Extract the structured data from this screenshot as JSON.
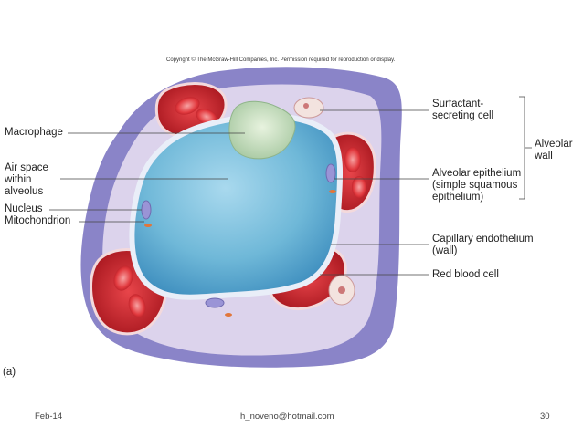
{
  "copyright": "Copyright © The McGraw-Hill Companies, Inc. Permission required for reproduction or display.",
  "labels": {
    "macrophage": "Macrophage",
    "air_space": [
      "Air space",
      "within",
      "alveolus"
    ],
    "nucleus": "Nucleus",
    "mitochondrion": "Mitochondrion",
    "surfactant": [
      "Surfactant-",
      "secreting cell"
    ],
    "alveolar_epithelium": [
      "Alveolar epithelium",
      "(simple squamous",
      "epithelium)"
    ],
    "alveolar_wall": [
      "Alveolar",
      "wall"
    ],
    "capillary": [
      "Capillary endothelium",
      "(wall)"
    ],
    "red_blood_cell": "Red blood cell",
    "panel": "(a)"
  },
  "footer": {
    "date": "Feb-14",
    "email": "h_noveno@hotmail.com",
    "page": "30"
  },
  "colors": {
    "air_space": "#6fb8d8",
    "alveolar_wall_tissue": "#dcd3ec",
    "outer_tissue": "#8a84c8",
    "capillary_blood": "#c8222a",
    "epithelium_border": "#7aa6cf"
  }
}
